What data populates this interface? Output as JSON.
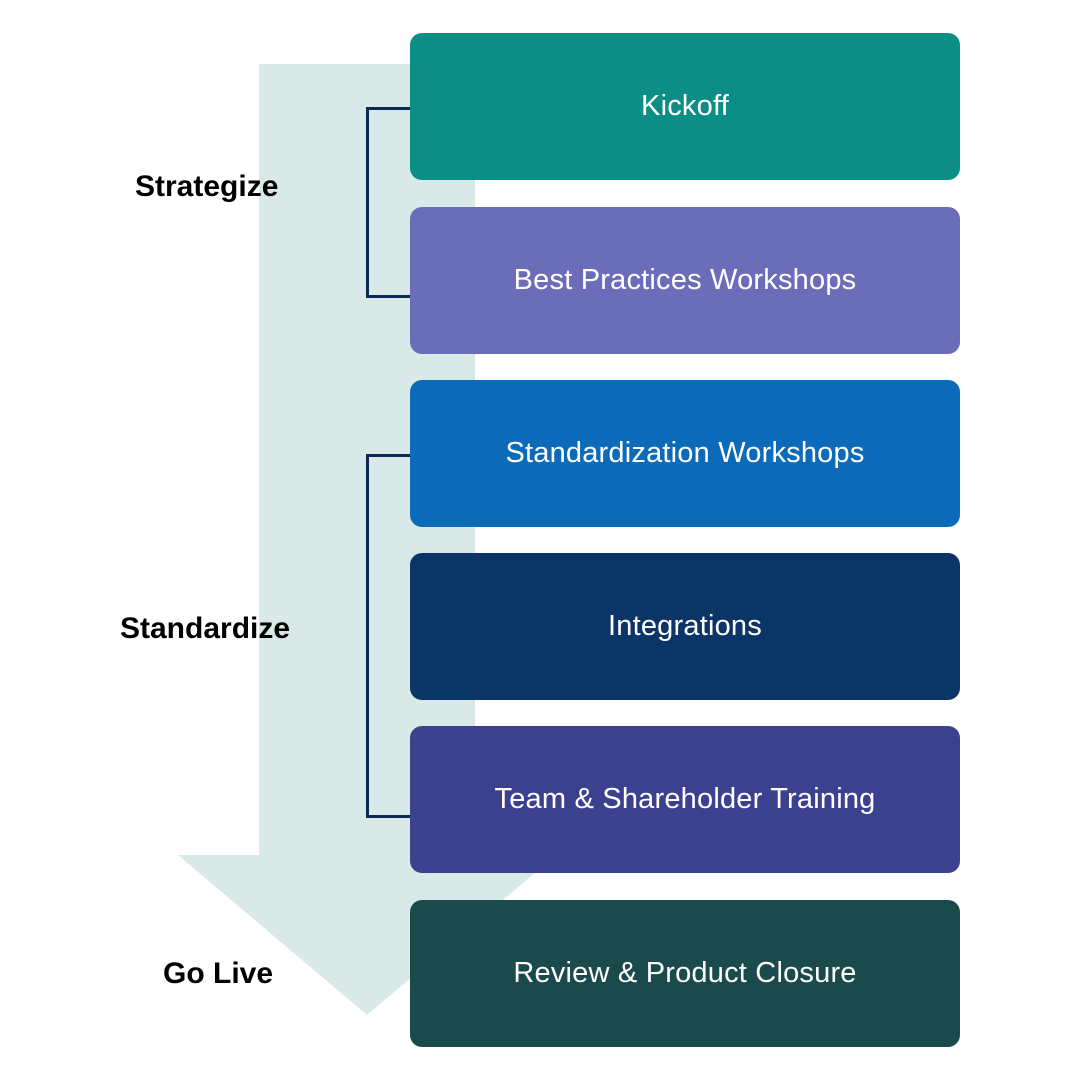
{
  "phases": [
    {
      "label": "Strategize"
    },
    {
      "label": "Standardize"
    },
    {
      "label": "Go Live"
    }
  ],
  "steps": [
    {
      "label": "Kickoff",
      "color": "#0c8e86"
    },
    {
      "label": "Best Practices Workshops",
      "color": "#6b6db8"
    },
    {
      "label": "Standardization Workshops",
      "color": "#0c6bb8"
    },
    {
      "label": "Integrations",
      "color": "#0b3566"
    },
    {
      "label": "Team & Shareholder Training",
      "color": "#3c418f"
    },
    {
      "label": "Review & Product Closure",
      "color": "#1b4a4d"
    }
  ],
  "colors": {
    "arrow": "#d9e9e8",
    "bracket": "#0b2b55"
  }
}
